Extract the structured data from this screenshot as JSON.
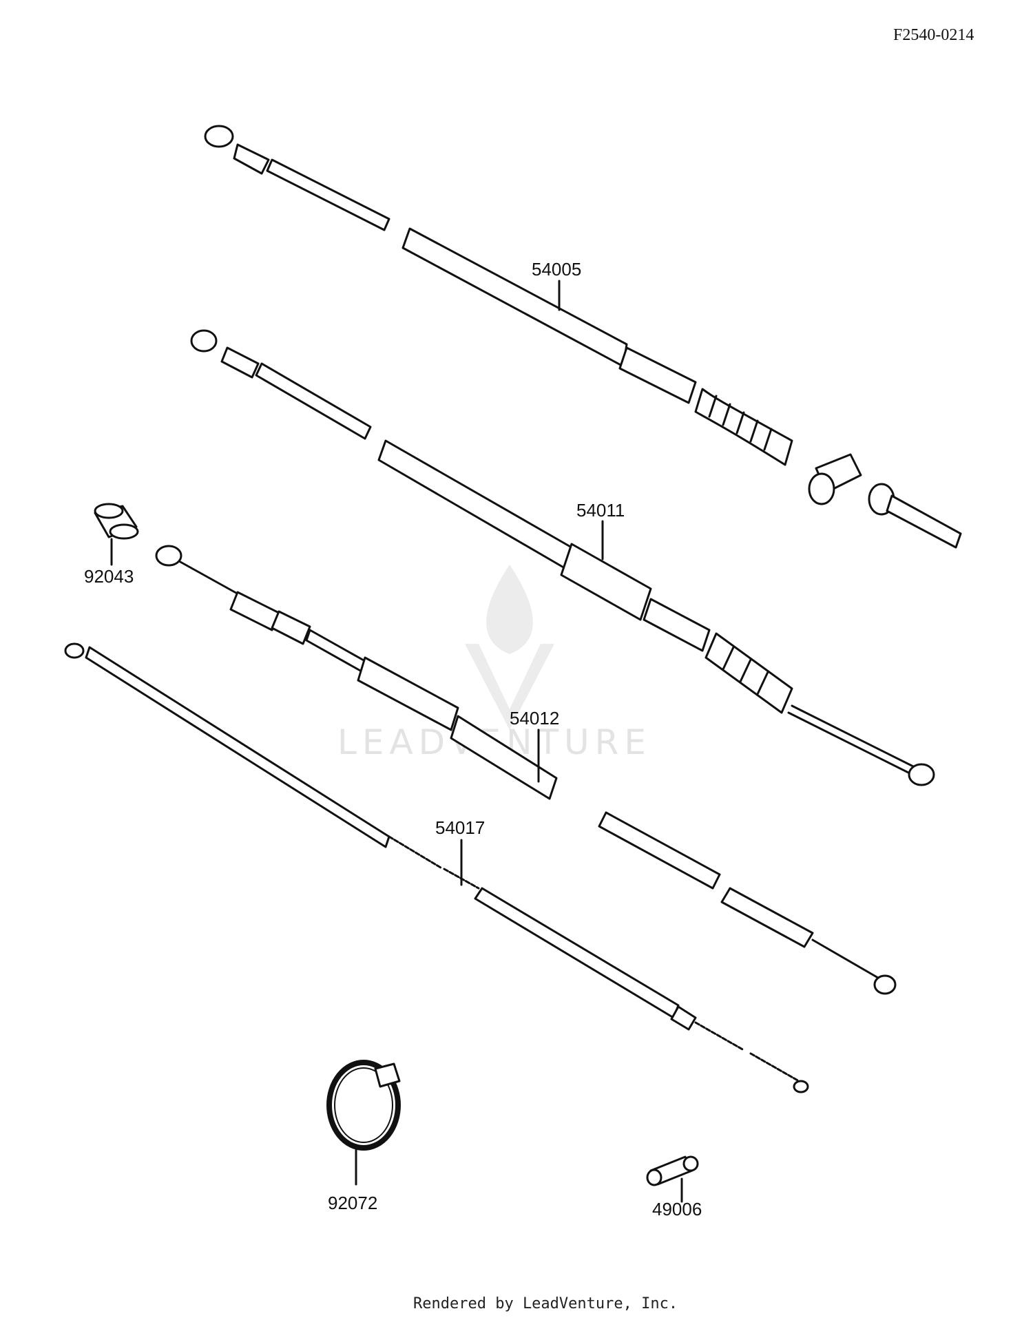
{
  "diagram_code": "F2540-0214",
  "parts": [
    {
      "number": "54005"
    },
    {
      "number": "54011"
    },
    {
      "number": "92043"
    },
    {
      "number": "54012"
    },
    {
      "number": "54017"
    },
    {
      "number": "92072"
    },
    {
      "number": "49006"
    }
  ],
  "watermark": {
    "brand": "LEADVENTURE"
  },
  "footer": {
    "text": "Rendered by LeadVenture, Inc."
  },
  "colors": {
    "ink": "#111111",
    "watermark": "#e3e3e3",
    "background": "#ffffff"
  }
}
